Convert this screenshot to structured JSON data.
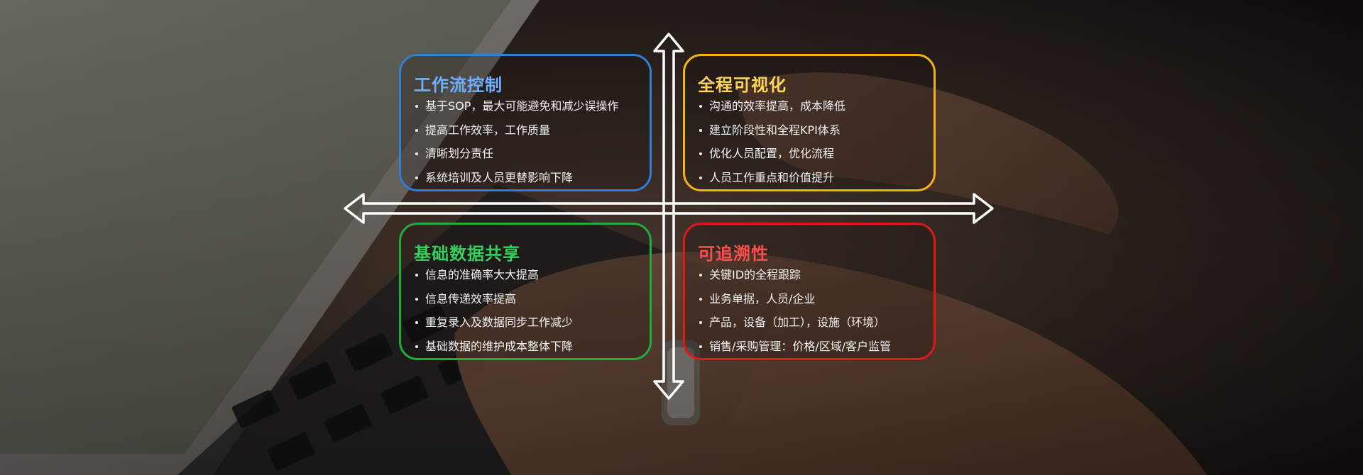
{
  "colors": {
    "workflow": "#2f7fd6",
    "visual": "#f2b40f",
    "shared": "#1fae3e",
    "trace": "#e01818"
  },
  "quadrants": [
    {
      "title": "工作流控制",
      "items": [
        "基于SOP，最大可能避免和减少误操作",
        "提高工作效率，工作质量",
        "清晰划分责任",
        "系统培训及人员更替影响下降"
      ]
    },
    {
      "title": "全程可视化",
      "items": [
        "沟通的效率提高，成本降低",
        "建立阶段性和全程KPI体系",
        "优化人员配置，优化流程",
        "人员工作重点和价值提升"
      ]
    },
    {
      "title": "基础数据共享",
      "items": [
        "信息的准确率大大提高",
        "信息传递效率提高",
        "重复录入及数据同步工作减少",
        "基础数据的维护成本整体下降"
      ]
    },
    {
      "title": "可追溯性",
      "items": [
        "关键ID的全程跟踪",
        "业务单据，人员/企业",
        "产品，设备（加工），设施（环境）",
        "销售/采购管理：价格/区域/客户监管"
      ]
    }
  ]
}
